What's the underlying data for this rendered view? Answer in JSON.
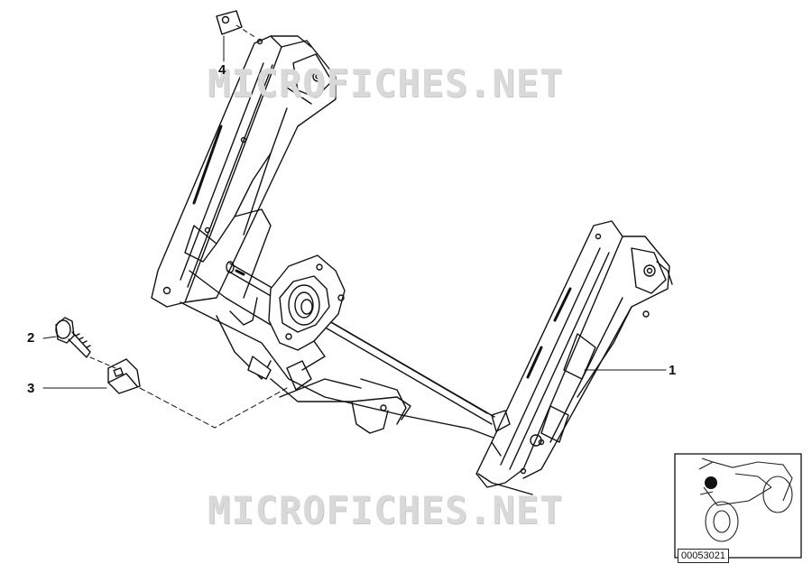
{
  "watermark": {
    "top_text": "MICROFICHES.NET",
    "bottom_text": "MICROFICHES.NET"
  },
  "callouts": [
    {
      "id": "1",
      "label": "1"
    },
    {
      "id": "2",
      "label": "2"
    },
    {
      "id": "3",
      "label": "3"
    },
    {
      "id": "4",
      "label": "4"
    }
  ],
  "thumbnail": {
    "id_label": "00053021",
    "icon": "motorcycle-icon"
  },
  "colors": {
    "line": "#111111",
    "hatch": "#444444",
    "watermark": "#d9d9d9"
  }
}
